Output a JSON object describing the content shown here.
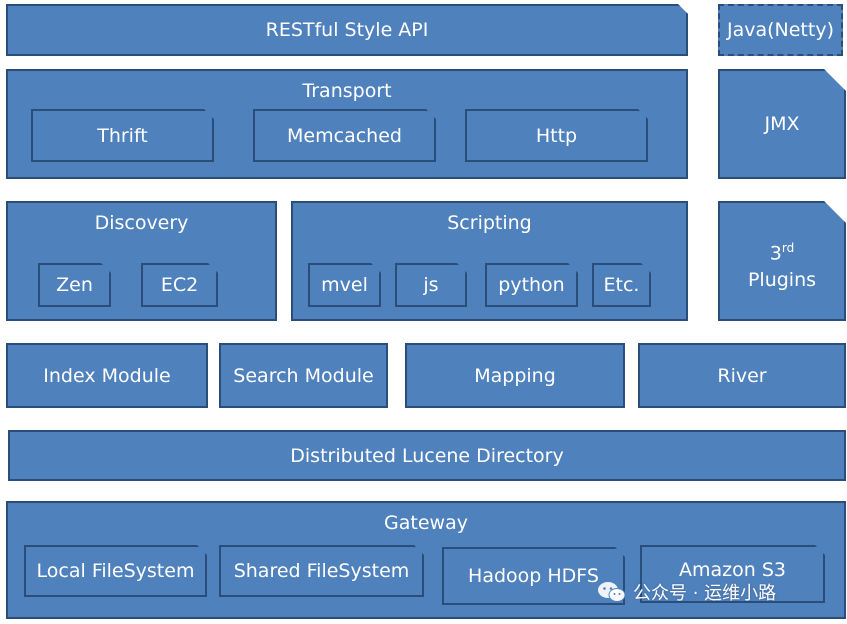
{
  "top": {
    "restful_api": "RESTful Style API",
    "java_netty": "Java(Netty)"
  },
  "transport": {
    "title": "Transport",
    "items": [
      "Thrift",
      "Memcached",
      "Http"
    ]
  },
  "jmx": "JMX",
  "discovery": {
    "title": "Discovery",
    "items": [
      "Zen",
      "EC2"
    ]
  },
  "scripting": {
    "title": "Scripting",
    "items": [
      "mvel",
      "js",
      "python",
      "Etc."
    ]
  },
  "plugins": {
    "main": "3",
    "sup": "rd",
    "label": "Plugins"
  },
  "modules": [
    "Index Module",
    "Search Module",
    "Mapping",
    "River"
  ],
  "lucene": "Distributed Lucene Directory",
  "gateway": {
    "title": "Gateway",
    "items": [
      "Local FileSystem",
      "Shared FileSystem",
      "Hadoop HDFS",
      "Amazon S3"
    ]
  },
  "watermark": {
    "text": "公众号 · 运维小路",
    "icon": "wechat-icon"
  }
}
